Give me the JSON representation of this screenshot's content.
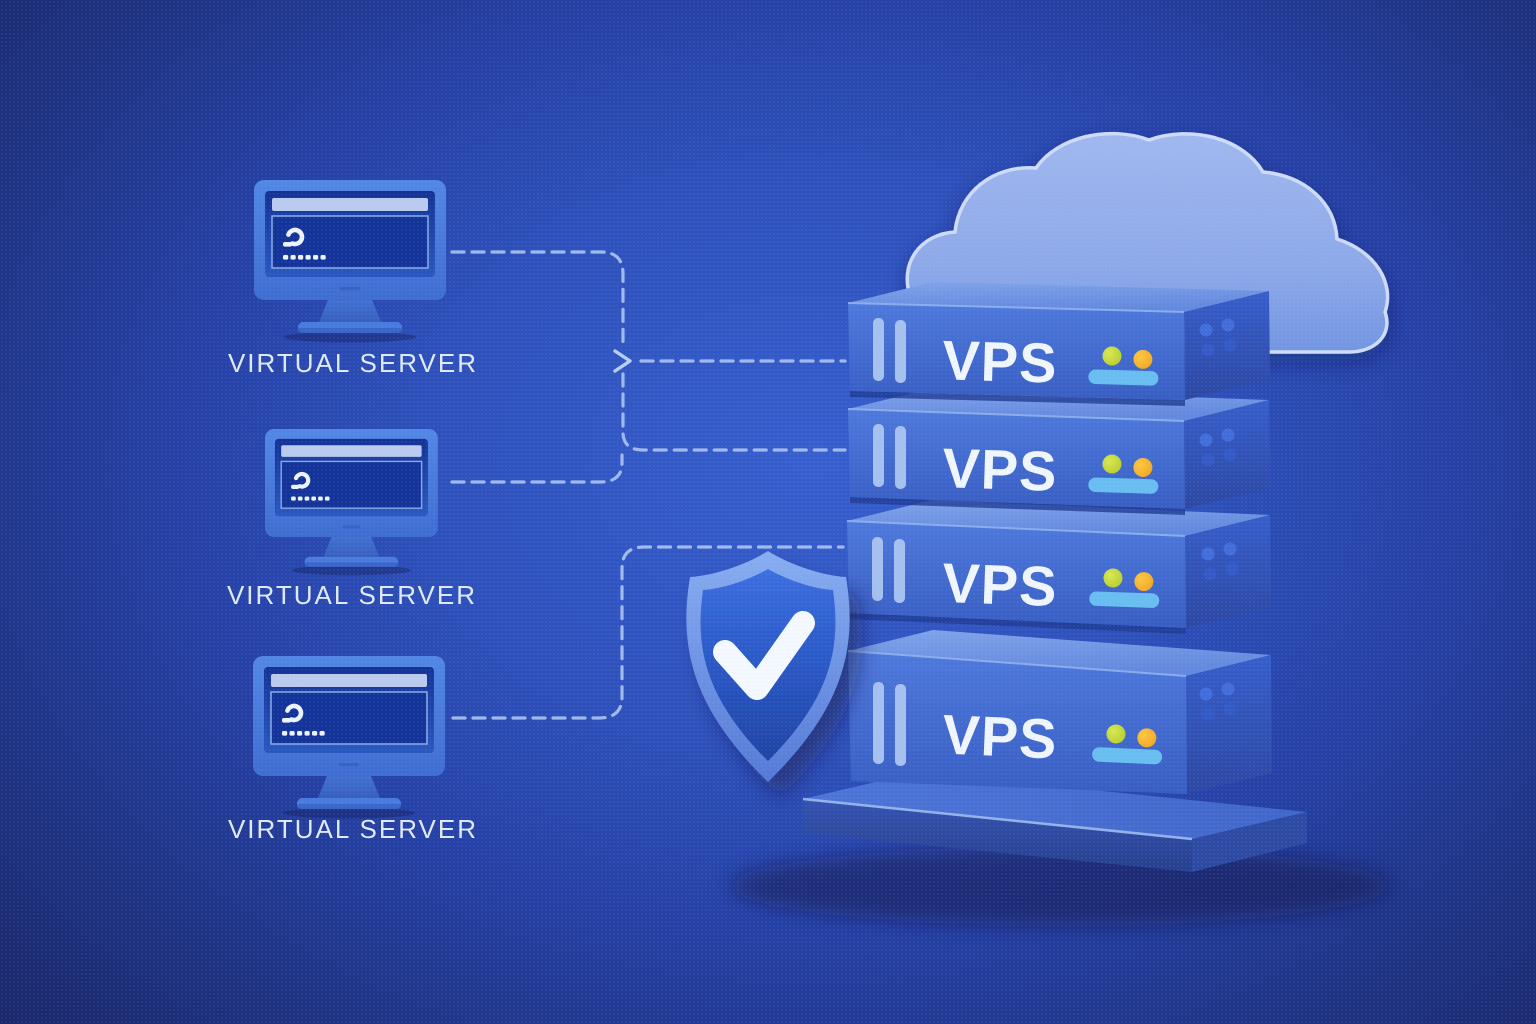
{
  "scene": {
    "description": "VPS hosting illustration: three virtual server clients connected to a stacked VPS server tower with a cloud behind it and a security shield in front",
    "background_center_color": "#2f58cc",
    "background_edge_color": "#101c60",
    "connector_color": "#a3bdee"
  },
  "clients": [
    {
      "label": "VIRTUAL SERVER",
      "icon": "monitor-terminal-icon"
    },
    {
      "label": "VIRTUAL SERVER",
      "icon": "monitor-terminal-icon"
    },
    {
      "label": "VIRTUAL SERVER",
      "icon": "monitor-terminal-icon"
    }
  ],
  "stack": {
    "units": [
      {
        "label": "VPS"
      },
      {
        "label": "VPS"
      },
      {
        "label": "VPS"
      },
      {
        "label": "VPS"
      }
    ],
    "colors": {
      "front": "#3c63cc",
      "top": "#6a90e3",
      "side": "#2b51c0",
      "led_green": "#bfd32b",
      "led_orange": "#f4a821",
      "led_bar": "#63bcf0"
    }
  },
  "cloud": {
    "icon": "cloud-icon",
    "color": "#94aee9"
  },
  "shield": {
    "icon": "shield-check-icon",
    "color": "#2353c6",
    "check_color": "#f5f9ff"
  }
}
